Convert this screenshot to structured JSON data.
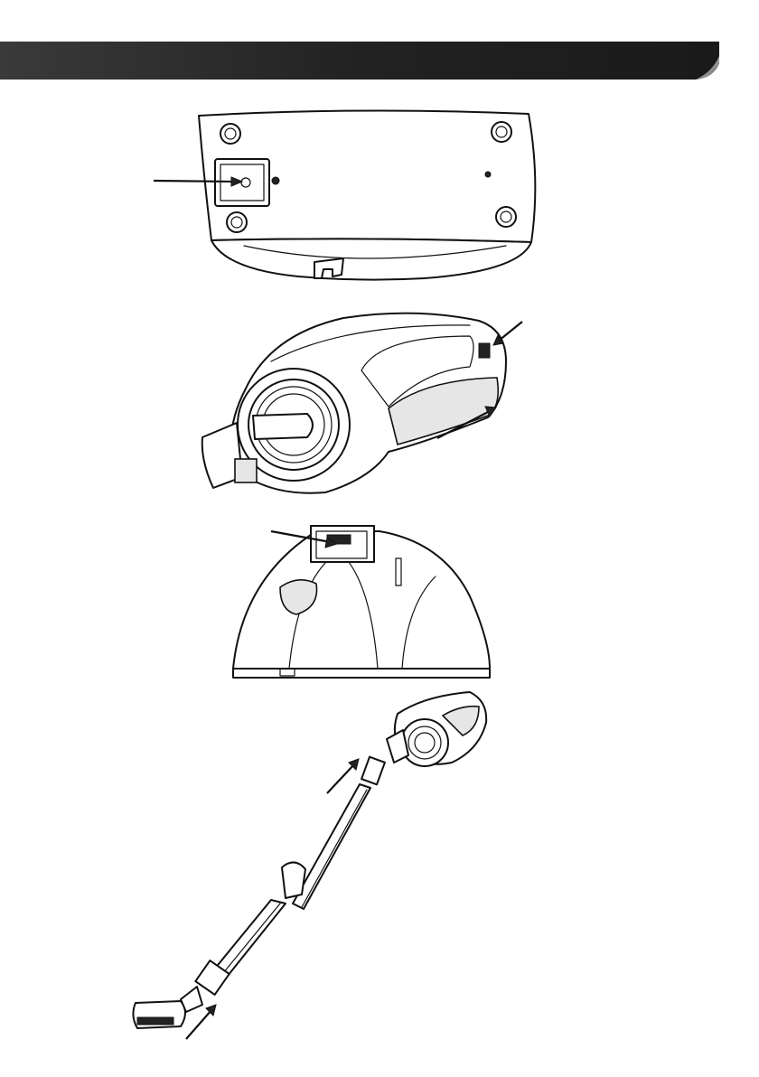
{
  "header": {
    "bar_color": "#1f1f1f",
    "bar_gradient_end": "#5a5a5a",
    "page_curl_icon": "page-curl-icon"
  },
  "figures": [
    {
      "name": "charging-base-underside",
      "icon": "base-underside-icon"
    },
    {
      "name": "handheld-vacuum-side",
      "icon": "handheld-vacuum-icon"
    },
    {
      "name": "charging-dock-front",
      "icon": "charging-dock-icon"
    },
    {
      "name": "stick-vacuum-assembly",
      "icon": "stick-assembly-icon"
    }
  ]
}
